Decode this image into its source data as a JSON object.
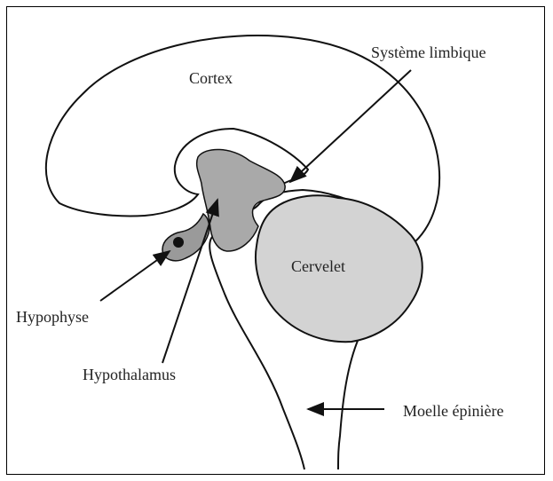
{
  "labels": {
    "cortex": "Cortex",
    "limbic_system": "Système limbique",
    "cerebellum": "Cervelet",
    "pituitary": "Hypophyse",
    "hypothalamus": "Hypothalamus",
    "spinal_cord": "Moelle épinière"
  },
  "colors": {
    "outline": "#111111",
    "cerebellum_fill": "#d3d3d3",
    "limbic_fill": "#a9a9a9",
    "pituitary_fill": "#9a9a9a"
  }
}
